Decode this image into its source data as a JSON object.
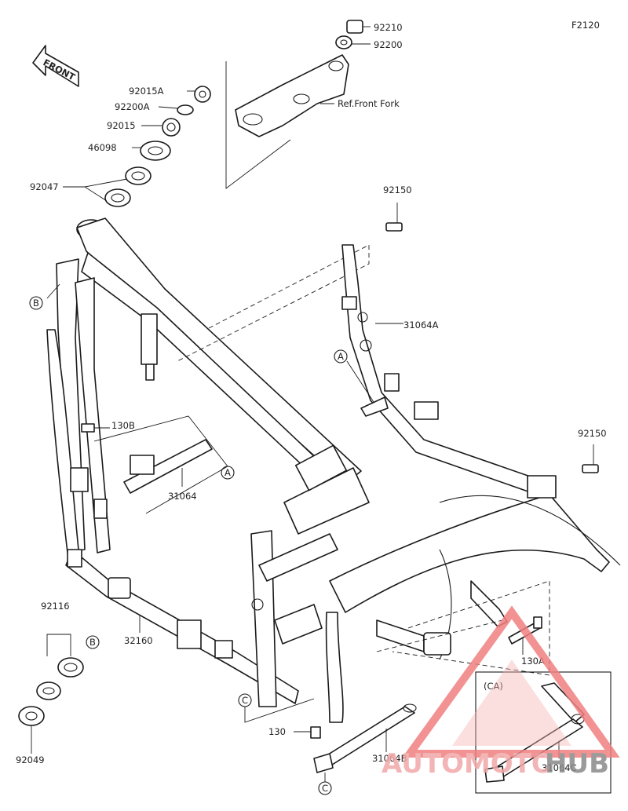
{
  "figure_code": "F2120",
  "direction_label": "FRONT",
  "ref_label": "Ref.Front Fork",
  "callouts": {
    "c92210": "92210",
    "c92200": "92200",
    "c92015A": "92015A",
    "c92200A": "92200A",
    "c92015": "92015",
    "c46098": "46098",
    "c92047": "92047",
    "c92150_top": "92150",
    "c92150_right": "92150",
    "c31064A": "31064A",
    "c130B": "130B",
    "c31064": "31064",
    "c92116": "92116",
    "c32160": "32160",
    "c92049": "92049",
    "c130A": "130A",
    "c130": "130",
    "c31064B": "31064B",
    "c31064C": "31064C"
  },
  "refs": {
    "A": "A",
    "B": "B",
    "C": "C",
    "CA": "(CA)"
  },
  "watermark": {
    "part1": "AUTOMOTO",
    "part2": "HUB",
    "color1": "#f0a8a8",
    "color2": "#8a8a8a"
  }
}
